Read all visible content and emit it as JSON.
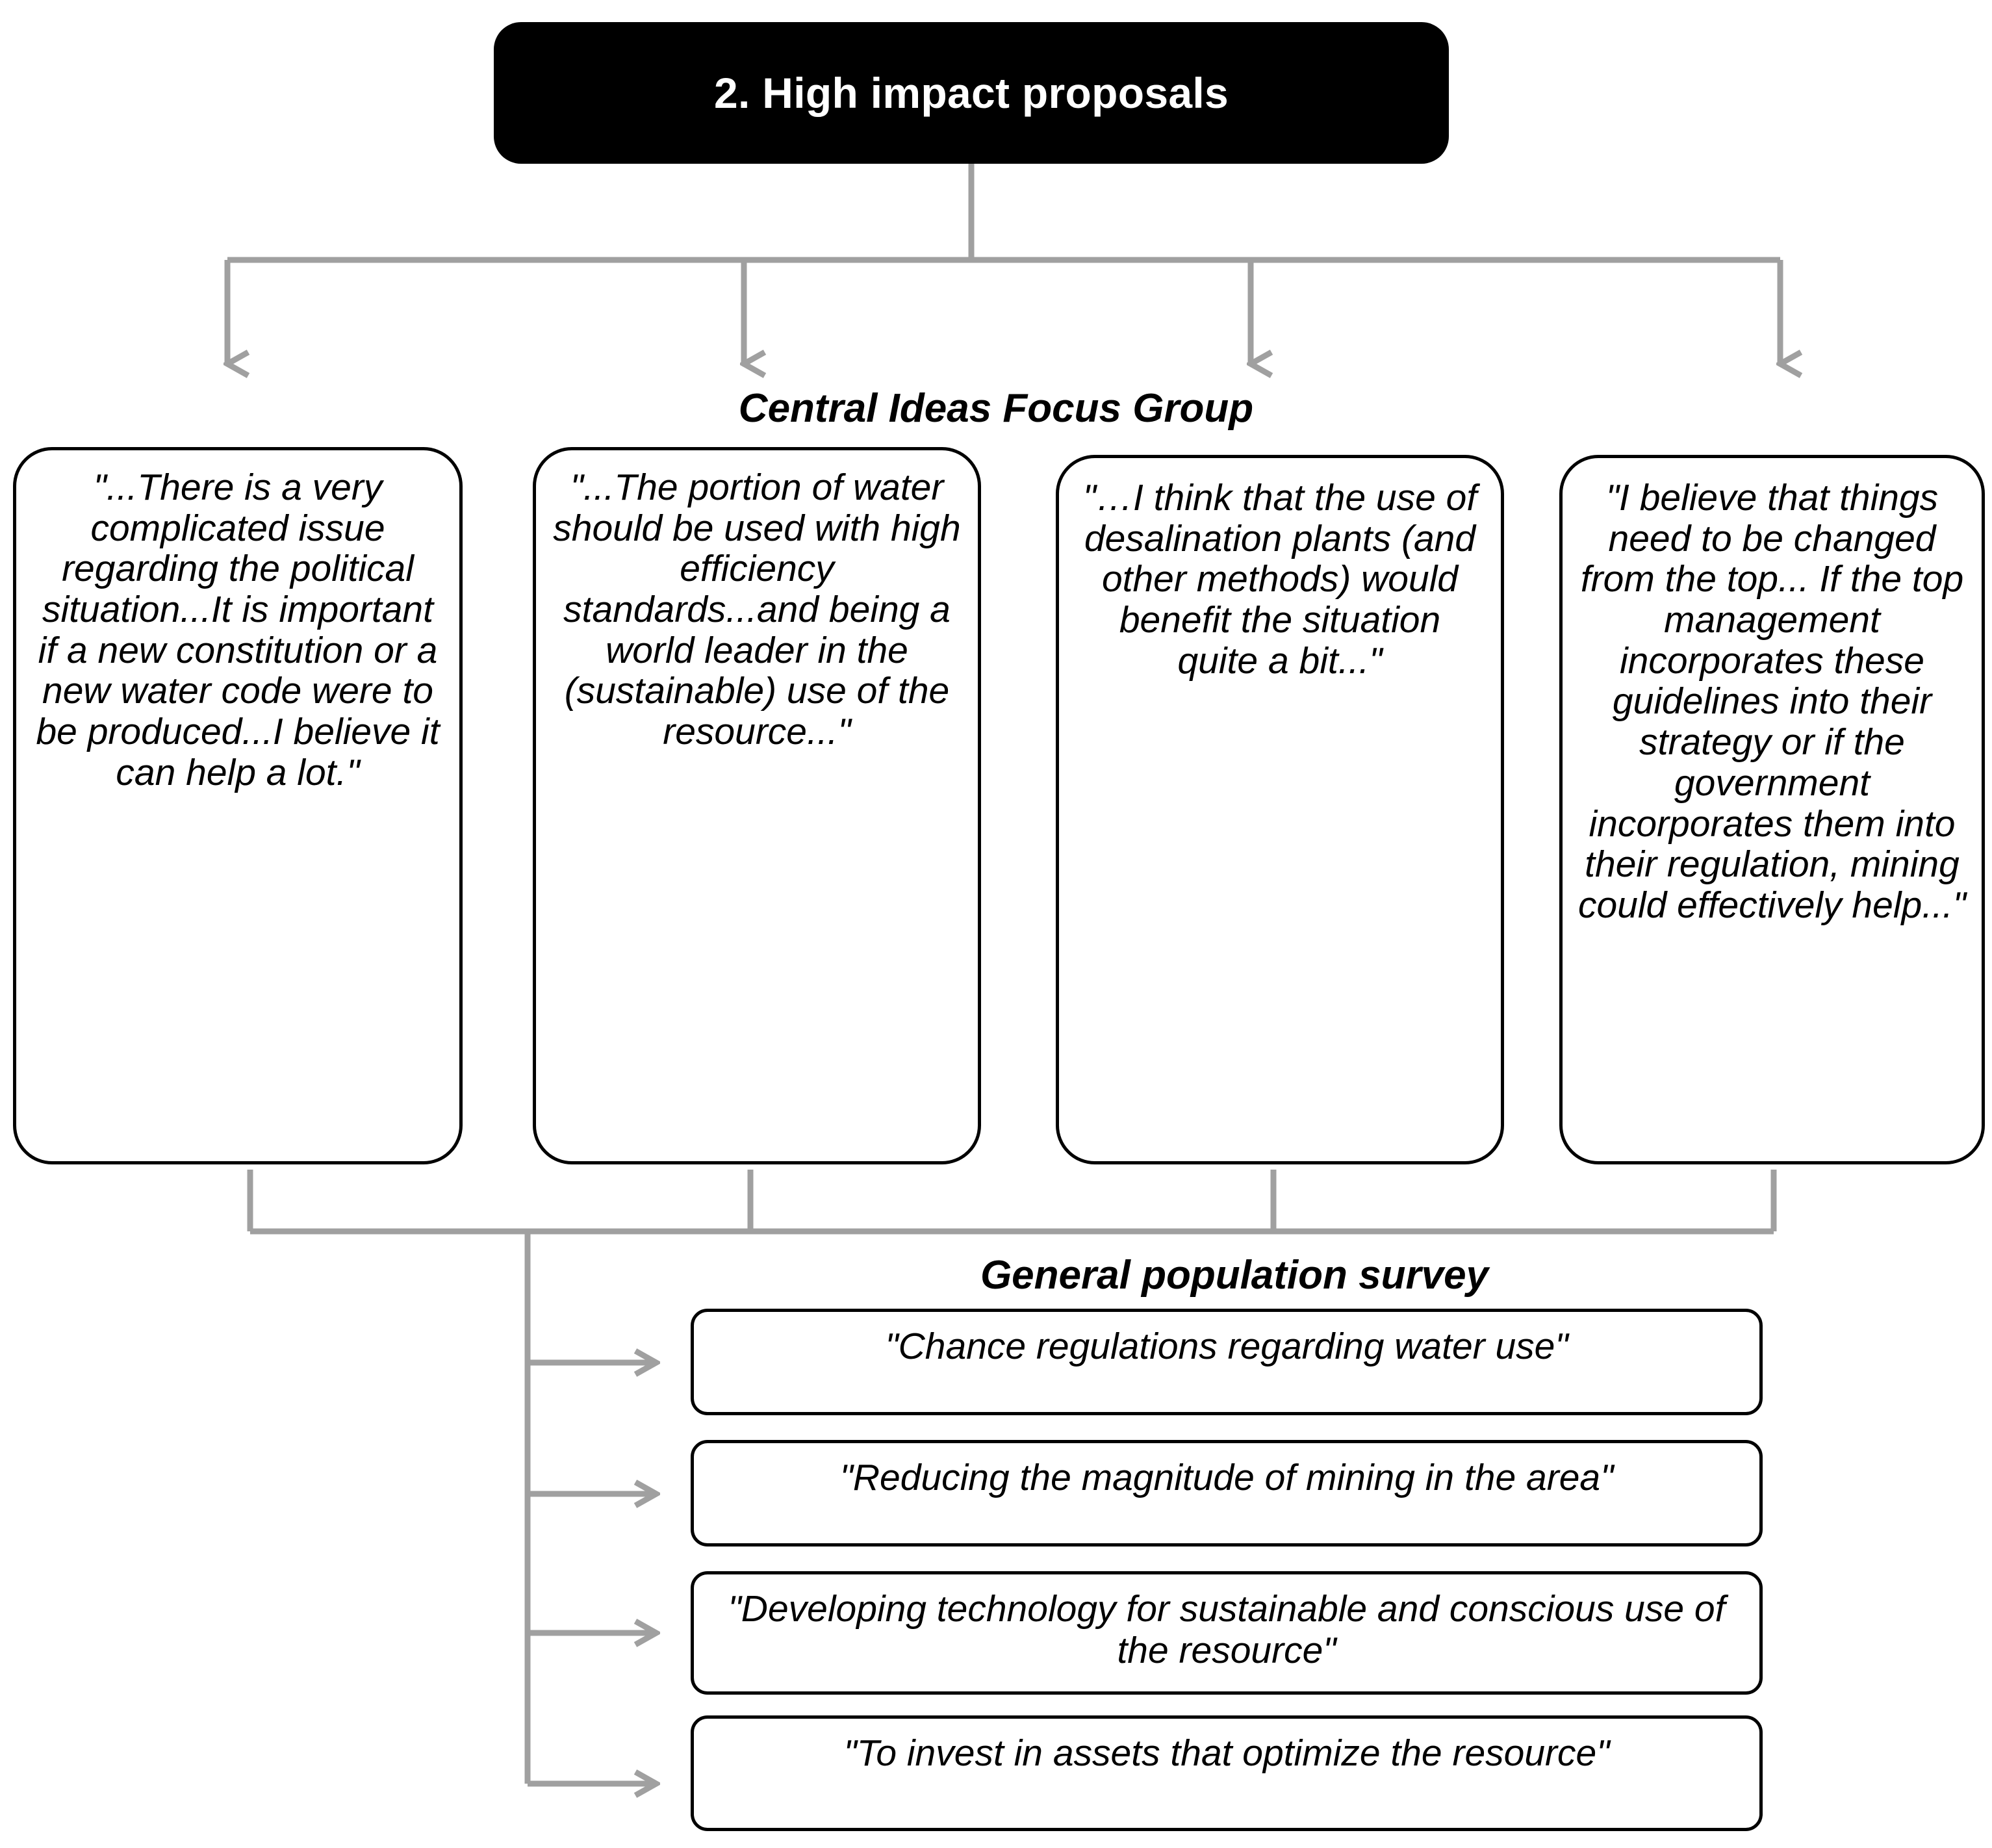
{
  "header": {
    "title": "2. High impact proposals",
    "background_color": "#000000",
    "text_color": "#ffffff"
  },
  "connector": {
    "color": "#a0a0a0",
    "style": "orthogonal-elbow-arrows"
  },
  "focus_group": {
    "heading": "Central Ideas Focus Group",
    "quotes": [
      {
        "id": "quote-1",
        "text": "\"...There is a very complicated issue regarding the political situation...It is important if a new constitution or a new water code were to be produced...I believe it can help a lot.\""
      },
      {
        "id": "quote-2",
        "text": "\"...The portion of water should be used with high efficiency standards...and being a world leader in the (sustainable) use of the resource...\""
      },
      {
        "id": "quote-3",
        "text": "\"…I think that the use of desalination plants (and other methods) would benefit the situation quite a bit...\""
      },
      {
        "id": "quote-4",
        "text": "\"I believe that things need to be changed from the top... If the top management incorporates these guidelines into their strategy or if the government incorporates them into their regulation, mining could effectively help...\""
      }
    ]
  },
  "general_population_survey": {
    "heading": "General population survey",
    "proposals": [
      {
        "id": "survey-1",
        "text": "\"Chance regulations regarding water use\""
      },
      {
        "id": "survey-2",
        "text": "\"Reducing the magnitude of mining in the area\""
      },
      {
        "id": "survey-3",
        "text": "\"Developing technology for sustainable and conscious use of the resource\""
      },
      {
        "id": "survey-4",
        "text": "\"To invest in assets that optimize the resource\""
      }
    ]
  }
}
